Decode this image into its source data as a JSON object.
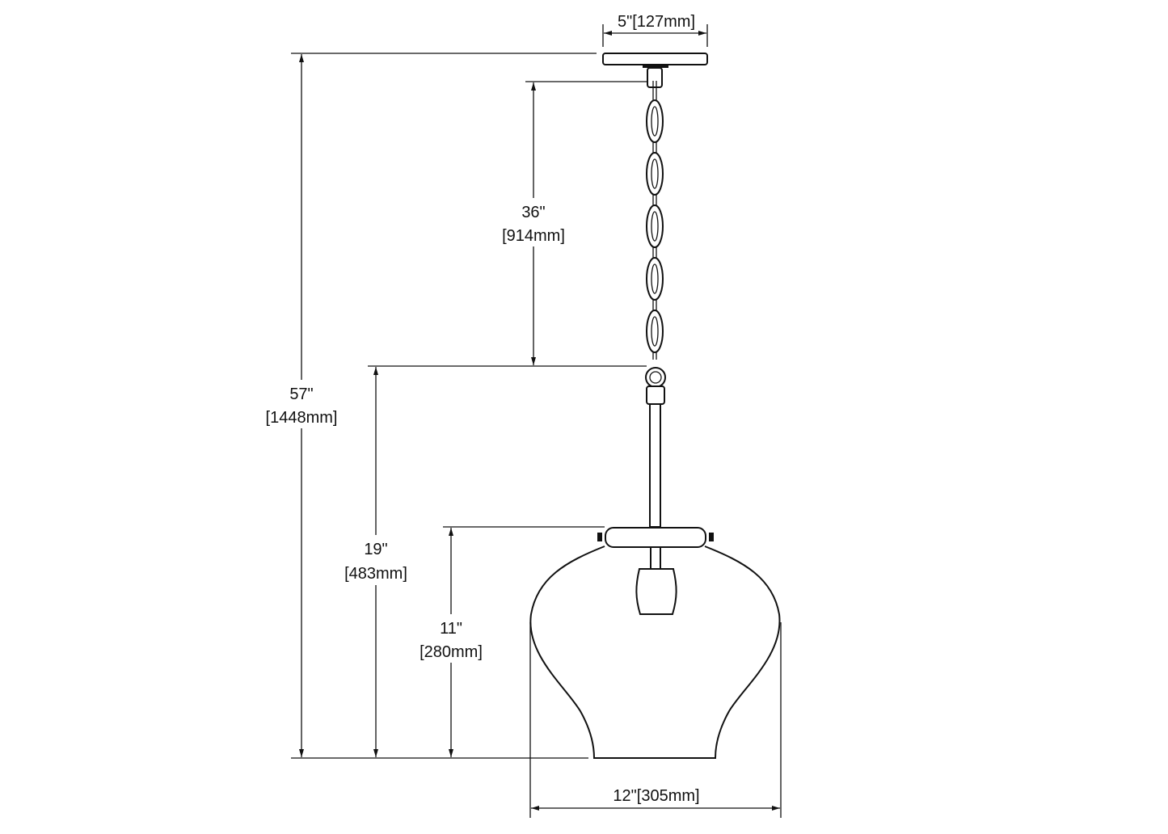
{
  "dimensions": {
    "canopy_width": "5\"[127mm]",
    "overall_height_in": "57\"",
    "overall_height_mm": "[1448mm]",
    "chain_length_in": "36\"",
    "chain_length_mm": "[914mm]",
    "fixture_height_in": "19\"",
    "fixture_height_mm": "[483mm]",
    "shade_height_in": "11\"",
    "shade_height_mm": "[280mm]",
    "shade_width": "12\"[305mm]"
  }
}
